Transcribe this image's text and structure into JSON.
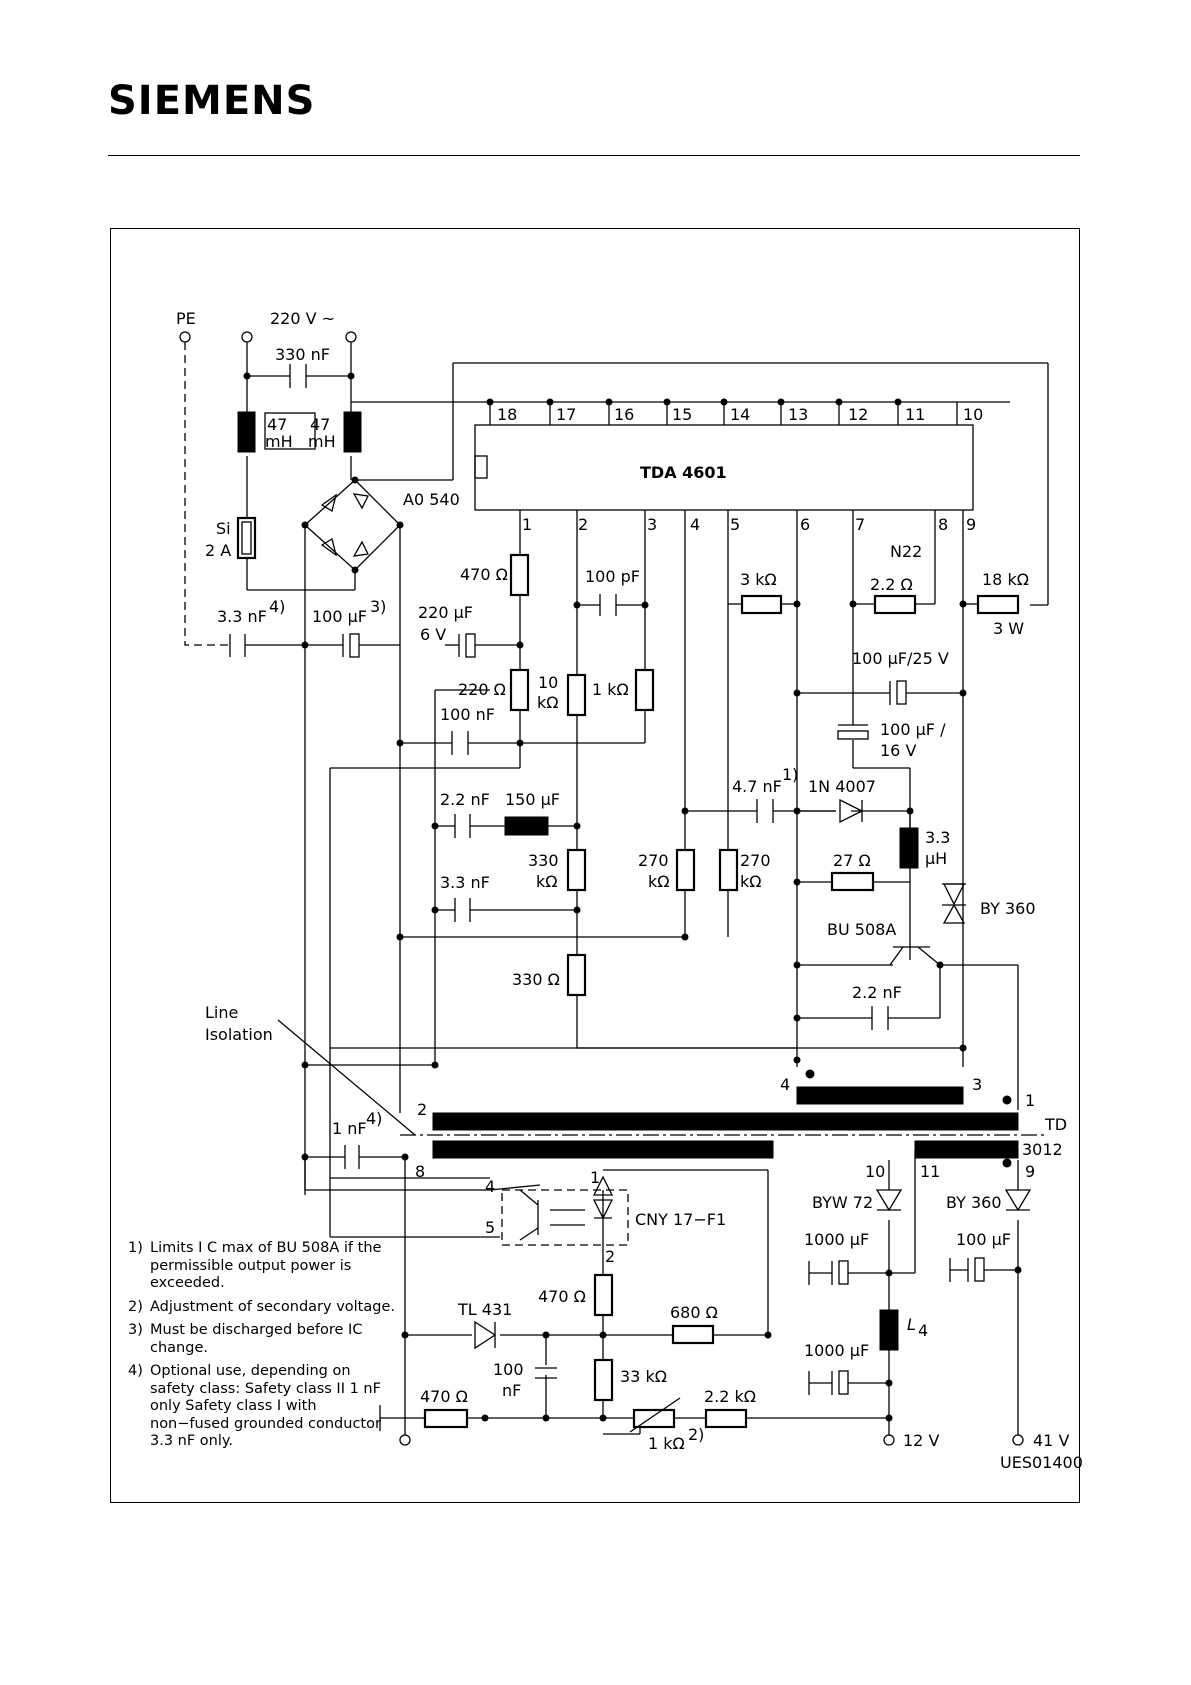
{
  "header": {
    "logo": "SIEMENS"
  },
  "circuit": {
    "ic": {
      "name": "TDA 4601",
      "pins_top": [
        "18",
        "17",
        "16",
        "15",
        "14",
        "13",
        "12",
        "11",
        "10"
      ],
      "pins_bottom": [
        "1",
        "2",
        "3",
        "4",
        "5",
        "6",
        "7",
        "8",
        "9"
      ]
    },
    "labels": {
      "pe": "PE",
      "mains": "220 V ~",
      "c330n": "330 nF",
      "l47a_1": "47",
      "l47a_2": "mH",
      "l47b_1": "47",
      "l47b_2": "mH",
      "bridge": "A0 540",
      "fuse_1": "Si",
      "fuse_2": "2 A",
      "c3n3_in": "3.3 nF",
      "c3n3_in_sup": "4)",
      "c100u_in": "100 µF",
      "c100u_in_sup": "3)",
      "c220u_1": "220 µF",
      "c220u_2": "6 V",
      "r470_pin1": "470 Ω",
      "r220": "220 Ω",
      "r10k_1": "10",
      "r10k_2": "kΩ",
      "r1k": "1 kΩ",
      "c100p": "100 pF",
      "c100n": "100 nF",
      "r3k": "3 kΩ",
      "r2_2": "2.2 Ω",
      "n22": "N22",
      "r18k": "18 kΩ",
      "r18k_w": "3 W",
      "c100u25": "100 µF/25 V",
      "c100u16_1": "100 µF /",
      "c100u16_2": "16 V",
      "c2n2_l": "2.2 nF",
      "c150u": "150 µF",
      "r330k_1": "330",
      "r330k_2": "kΩ",
      "c3n3_mid": "3.3 nF",
      "r270a_1": "270",
      "r270a_2": "kΩ",
      "r270b_1": "270",
      "r270b_2": "kΩ",
      "c4n7": "4.7 nF",
      "c4n7_sup": "1)",
      "d1n4007": "1N 4007",
      "l33_1": "3.3",
      "l33_2": "µH",
      "r27": "27 Ω",
      "by360_p": "BY 360",
      "bu508": "BU 508A",
      "c2n2_r": "2.2 nF",
      "r330": "330 Ω",
      "line_iso_1": "Line",
      "line_iso_2": "Isolation",
      "tp4": "4",
      "tp3": "3",
      "tp2": "2",
      "tp1": "1",
      "tp8": "8",
      "tp10": "10",
      "tp11": "11",
      "tp9": "9",
      "td_1": "TD",
      "td_2": "3012",
      "c1n": "1 nF",
      "c1n_sup": "4)",
      "byw72": "BYW 72",
      "by360_s": "BY 360",
      "c1000a": "1000 µF",
      "c100u_s": "100 µF",
      "l4": "L",
      "l4_sub": "4",
      "c1000b": "1000 µF",
      "cny_4": "4",
      "cny_5": "5",
      "cny_1": "1",
      "cny_2": "2",
      "cny": "CNY 17−F1",
      "r470_sec": "470 Ω",
      "tl431": "TL 431",
      "r680": "680 Ω",
      "c100n_s_1": "100",
      "c100n_s_2": "nF",
      "r33k": "33 kΩ",
      "r470_bot": "470 Ω",
      "r2k2": "2.2 kΩ",
      "pot1k": "1 kΩ",
      "pot1k_sup": "2)",
      "out12": "12 V",
      "out41": "41 V",
      "code": "UES01400"
    }
  },
  "notes": [
    {
      "num": "1)",
      "text": "Limits I C max of BU 508A if the permissible output power is exceeded."
    },
    {
      "num": "2)",
      "text": "Adjustment of secondary voltage."
    },
    {
      "num": "3)",
      "text": "Must be discharged before IC change."
    },
    {
      "num": "4)",
      "text": "Optional use, depending on safety class: Safety class II 1 nF only Safety class I with non−fused grounded conductor 3.3 nF only."
    }
  ]
}
